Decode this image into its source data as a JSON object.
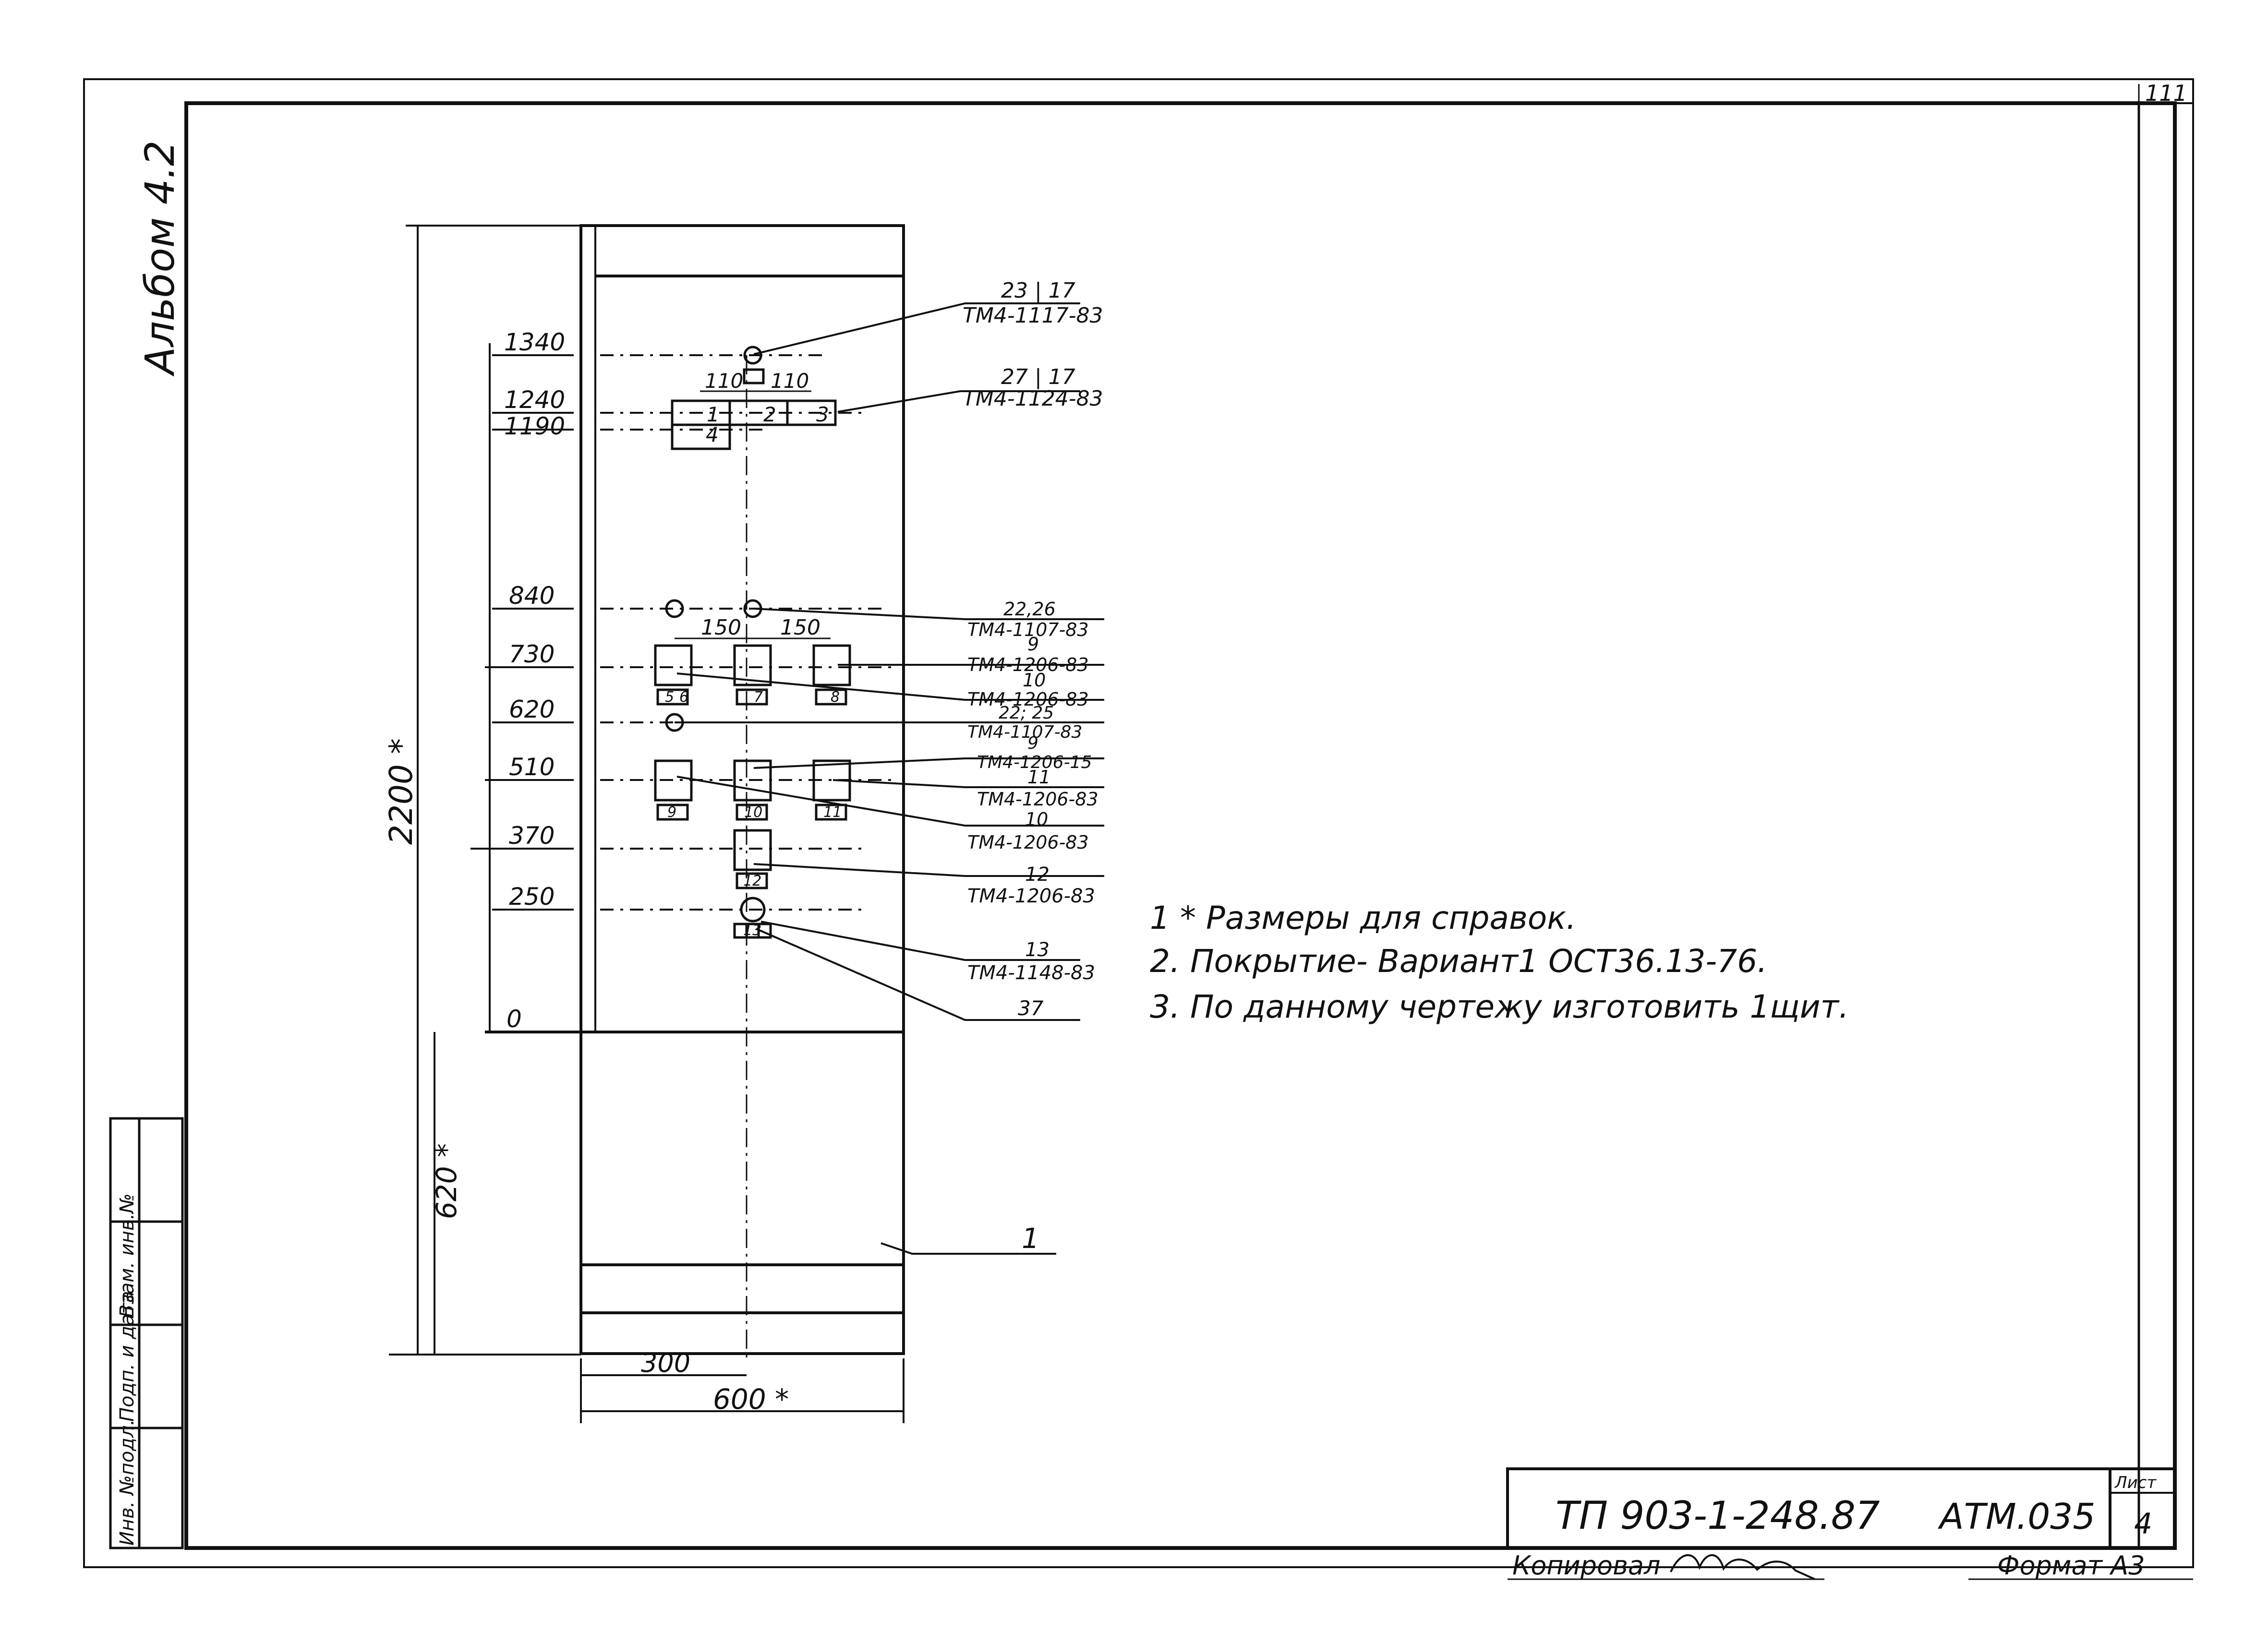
{
  "sheet_number": "111",
  "album": "Альбом 4.2",
  "side_stamp": [
    "Инв. №подл.",
    "Подп. и дата",
    "Взам. инв.№"
  ],
  "dimensions": {
    "overall_height": "2200 *",
    "base_height": "620 *",
    "half_width": "300",
    "width": "600 *",
    "levels": [
      "1340",
      "1240",
      "1190",
      "840",
      "730",
      "620",
      "510",
      "370",
      "250",
      "0"
    ],
    "spacing_top": [
      "110",
      "110"
    ],
    "spacing_mid": [
      "150",
      "150"
    ]
  },
  "element_numbers": {
    "top_row": [
      "1",
      "2",
      "3"
    ],
    "top_below": "4",
    "row730": [
      "5",
      "6",
      "7",
      "8"
    ],
    "row510": [
      "9",
      "10",
      "11"
    ],
    "row370": "12",
    "row250": "13"
  },
  "callouts": [
    {
      "pos": "23 | 17",
      "ref": "ТМ4-1117-83"
    },
    {
      "pos": "27 | 17",
      "ref": "ТМ4-1124-83"
    },
    {
      "pos": "22,26",
      "ref": "ТМ4-1107-83"
    },
    {
      "pos": "9",
      "ref": "ТМ4-1206-83"
    },
    {
      "pos": "10",
      "ref": "ТМ4-1206-83"
    },
    {
      "pos": "22; 25",
      "ref": "ТМ4-1107-83"
    },
    {
      "pos": "9",
      "ref": "ТМ4-1206-15"
    },
    {
      "pos": "11",
      "ref": "ТМ4-1206-83"
    },
    {
      "pos": "10",
      "ref": "ТМ4-1206-83"
    },
    {
      "pos": "12",
      "ref": "ТМ4-1206-83"
    },
    {
      "pos": "13",
      "ref": "ТМ4-1148-83"
    },
    {
      "pos": "37",
      "ref": ""
    },
    {
      "pos": "1",
      "ref": ""
    }
  ],
  "notes": [
    "1 * Размеры для справок.",
    "2. Покрытие- Вариант1 ОСТ36.13-76.",
    "3. По данному чертежу изготовить 1щит."
  ],
  "title_block": {
    "doc_code": "ТП 903-1-248.87",
    "doc_mark": "АТМ.035",
    "sheet_label": "Лист",
    "sheet_value": "4",
    "copied_label": "Копировал",
    "format_label": "Формат А3"
  }
}
